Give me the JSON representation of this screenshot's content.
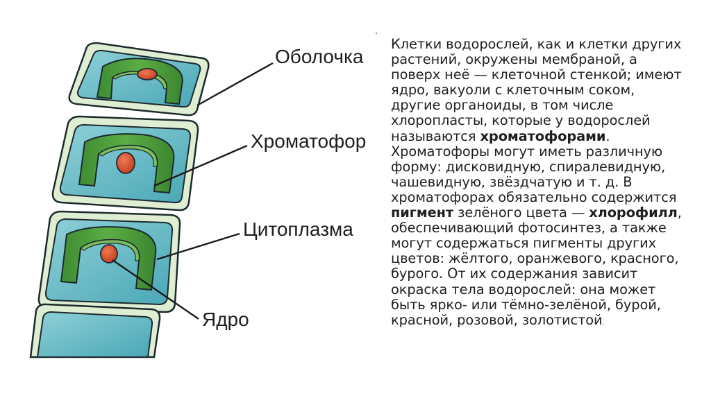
{
  "labels": {
    "wall": "Оболочка",
    "chromatophore": "Хроматофор",
    "cytoplasm": "Цитоплазма",
    "nucleus": "Ядро"
  },
  "text": {
    "p1": "Клетки водорослей, как и клетки других растений, окружены мембраной, а поверх неё — клеточной стенкой; имеют ядро, вакуоли с клеточным соком, другие органоиды, в том числе хлоропласты, которые у водорослей называются ",
    "b1": "хроматофорами",
    "p2": ". Хроматофоры могут иметь различную форму: дисковидную, спиралевидную, чашевидную, звёздчатую и т. д. В хроматофорах обязательно содержится ",
    "b2": "пигмент",
    "p3": " зелёного цвета — ",
    "b3": "хлорофилл",
    "p4": ", обеспечивающий фотосинтез, а также могут содержаться пигменты других цветов: жёлтого, оранжевого, красного, бурого. От их содержания зависит окраска тела водорослей: она может быть ярко- или тёмно-зелёной, бурой, красной, розовой, золотистой",
    "end": "."
  },
  "colors": {
    "wall": "#dfedd3",
    "cytoplasm": "#5fb6c4",
    "chromatophore": "#4f9e3e",
    "nucleus": "#d9502e"
  }
}
